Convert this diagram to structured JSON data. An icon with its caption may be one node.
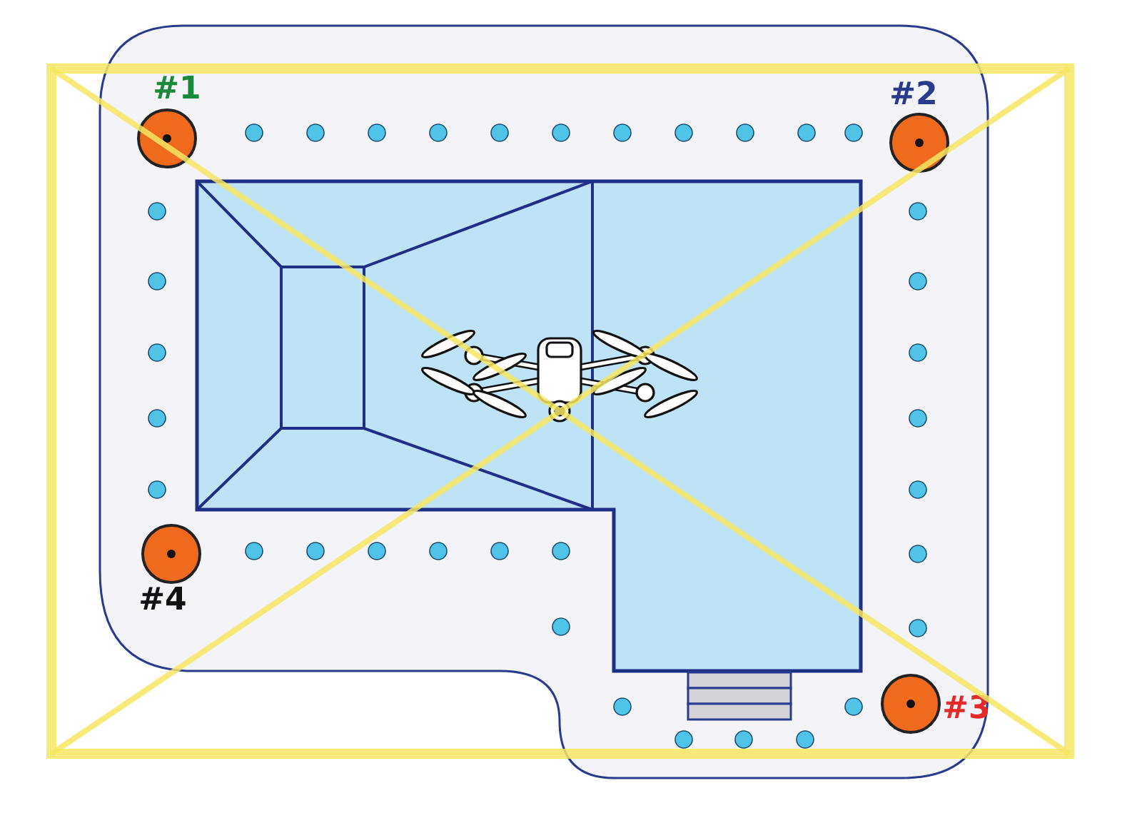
{
  "diagram": {
    "nodes": [
      {
        "text": [
          "#1"
        ]
      },
      {
        "text": [
          "#2"
        ]
      },
      {
        "text": [
          "#3"
        ]
      },
      {
        "text": [
          "#4"
        ]
      }
    ]
  }
}
